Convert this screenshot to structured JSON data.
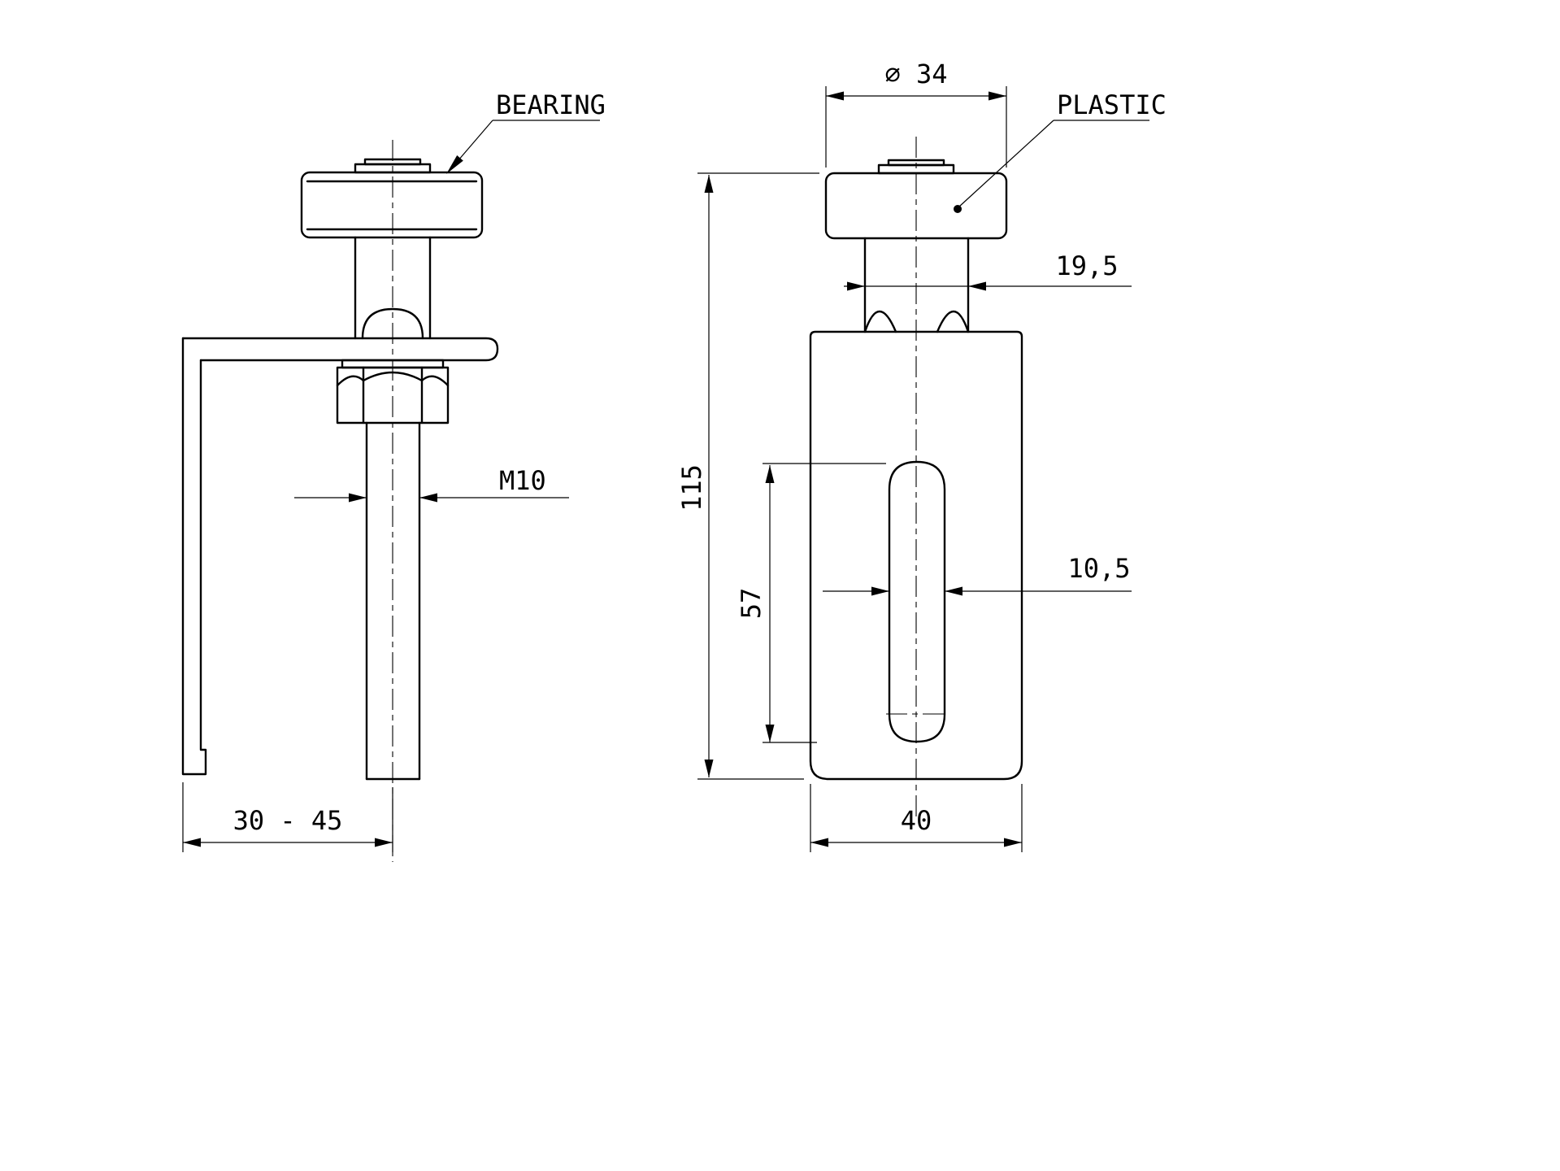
{
  "sheet": {
    "paper_color": "#ffffff",
    "ink_color": "#000000"
  },
  "front_view": {
    "callout_bearing": "BEARING",
    "dim_thread": "M10",
    "dim_mount_range": "30 - 45"
  },
  "side_view": {
    "callout_plastic": "PLASTIC",
    "dim_roller_diameter": "⌀ 34",
    "dim_neck_width": "19,5",
    "dim_overall_height": "115",
    "dim_slot_length": "57",
    "dim_slot_width": "10,5",
    "dim_body_width": "40"
  }
}
